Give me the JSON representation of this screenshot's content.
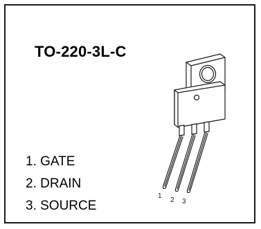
{
  "package": {
    "title": "TO-220-3L-C"
  },
  "pin_list": [
    "1. GATE",
    "2. DRAIN",
    "3. SOURCE"
  ],
  "pin_numbers": [
    "1",
    "2",
    "3"
  ],
  "colors": {
    "stroke": "#1a1a1a",
    "background": "#ffffff"
  }
}
